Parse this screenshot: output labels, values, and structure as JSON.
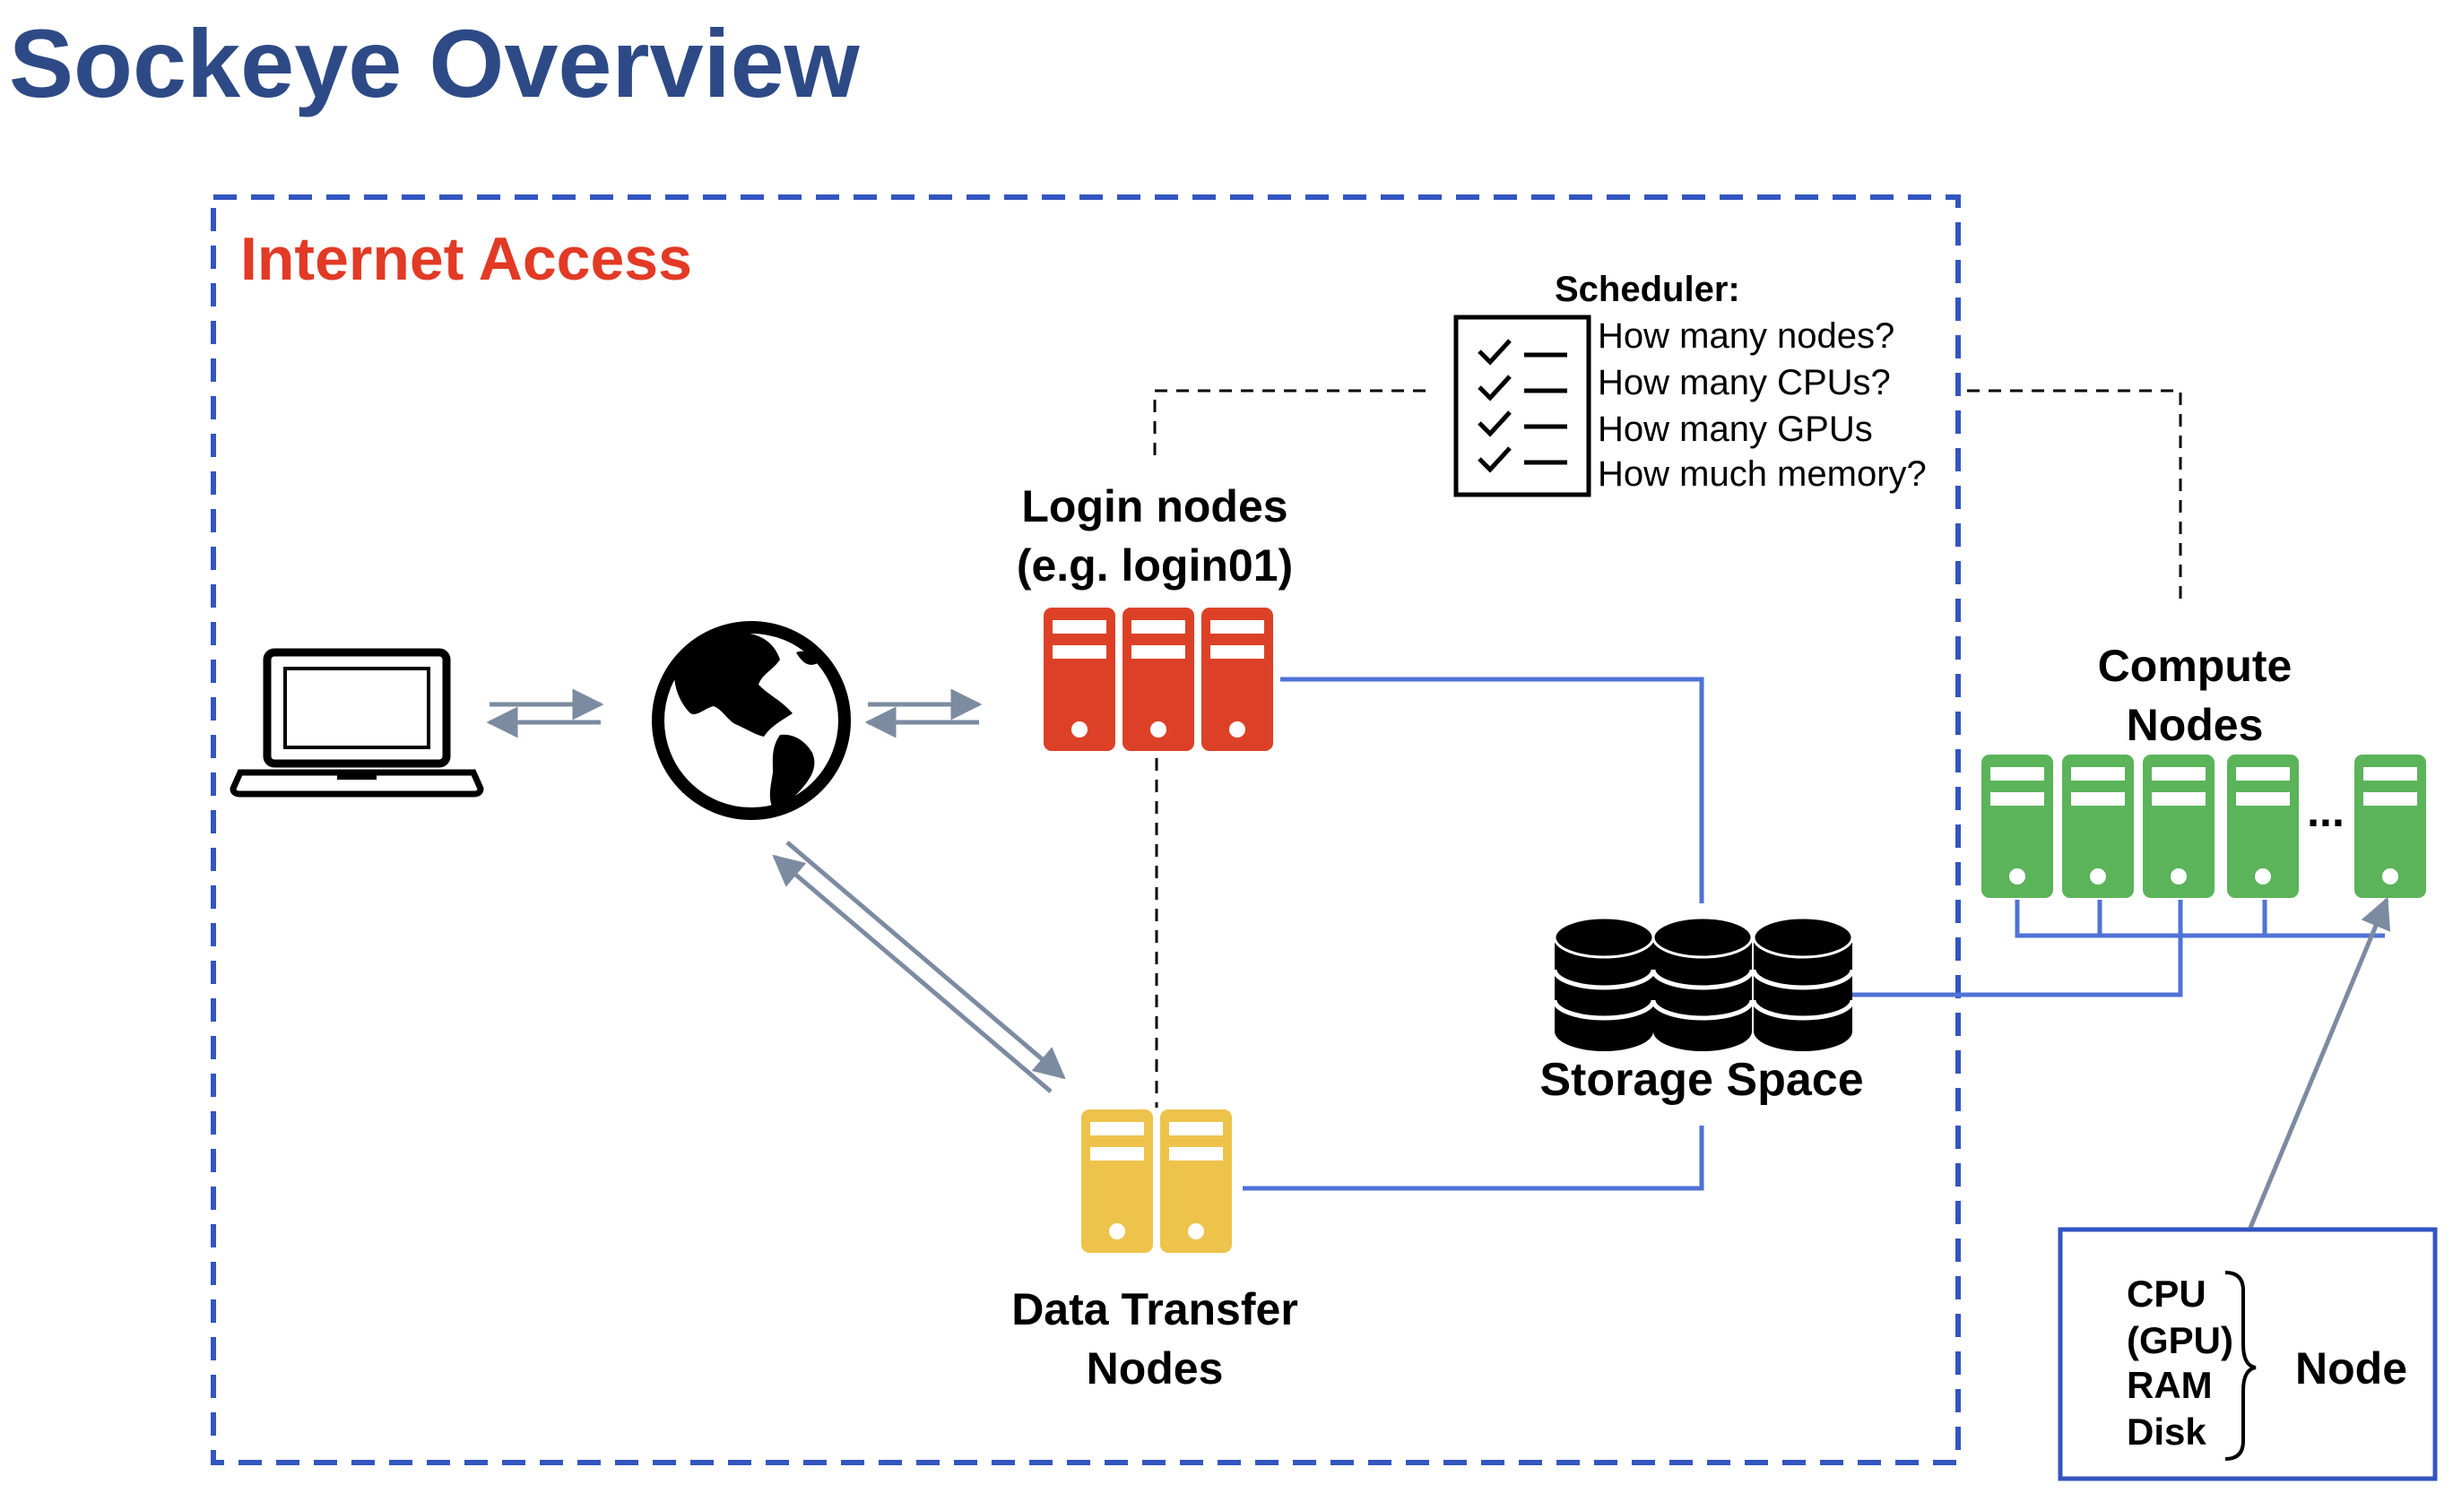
{
  "title": "Sockeye Overview",
  "region_label": "Internet Access",
  "scheduler": {
    "heading": "Scheduler:",
    "questions": [
      "How many nodes?",
      "How many CPUs?",
      "How many GPUs",
      "How much memory?"
    ]
  },
  "login": {
    "line1": "Login nodes",
    "line2": "(e.g. login01)"
  },
  "compute": {
    "line1": "Compute",
    "line2": "Nodes",
    "ellipsis": "..."
  },
  "storage": {
    "label": "Storage Space"
  },
  "dtn": {
    "line1": "Data Transfer",
    "line2": "Nodes"
  },
  "node_box": {
    "items": [
      "CPU",
      "(GPU)",
      "RAM",
      "Disk"
    ],
    "label": "Node"
  },
  "colors": {
    "title": "#2e4a86",
    "region_label": "#e23a25",
    "dashed_border": "#3355c0",
    "login_server": "#dc4127",
    "compute_server": "#5bb35a",
    "dtn_server": "#edc34b",
    "link_blue": "#4f72d6",
    "arrow_gray": "#7c8ba0"
  }
}
